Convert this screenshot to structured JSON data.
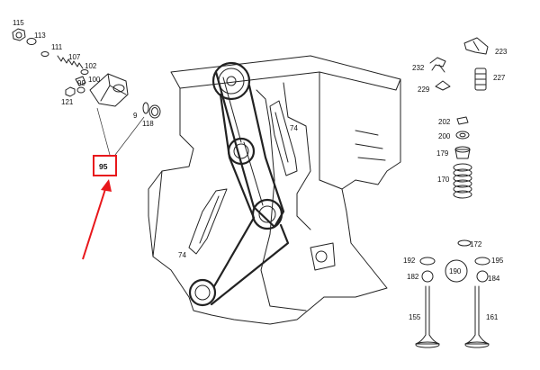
{
  "colors": {
    "highlight": "#e8171b",
    "line": "#222222",
    "background": "#ffffff"
  },
  "labels": {
    "l115": "115",
    "l113": "113",
    "l111": "111",
    "l107": "107",
    "l102": "102",
    "l100": "100",
    "l99": "99",
    "l121": "121",
    "l9": "9",
    "l118": "118",
    "l95": "95",
    "l74a": "74",
    "l74b": "74",
    "l223": "223",
    "l232": "232",
    "l227": "227",
    "l229": "229",
    "l202": "202",
    "l200": "200",
    "l179": "179",
    "l170": "170",
    "l172": "172",
    "l192": "192",
    "l195": "195",
    "l182": "182",
    "l190": "190",
    "l184": "184",
    "l155": "155",
    "l161": "161"
  }
}
